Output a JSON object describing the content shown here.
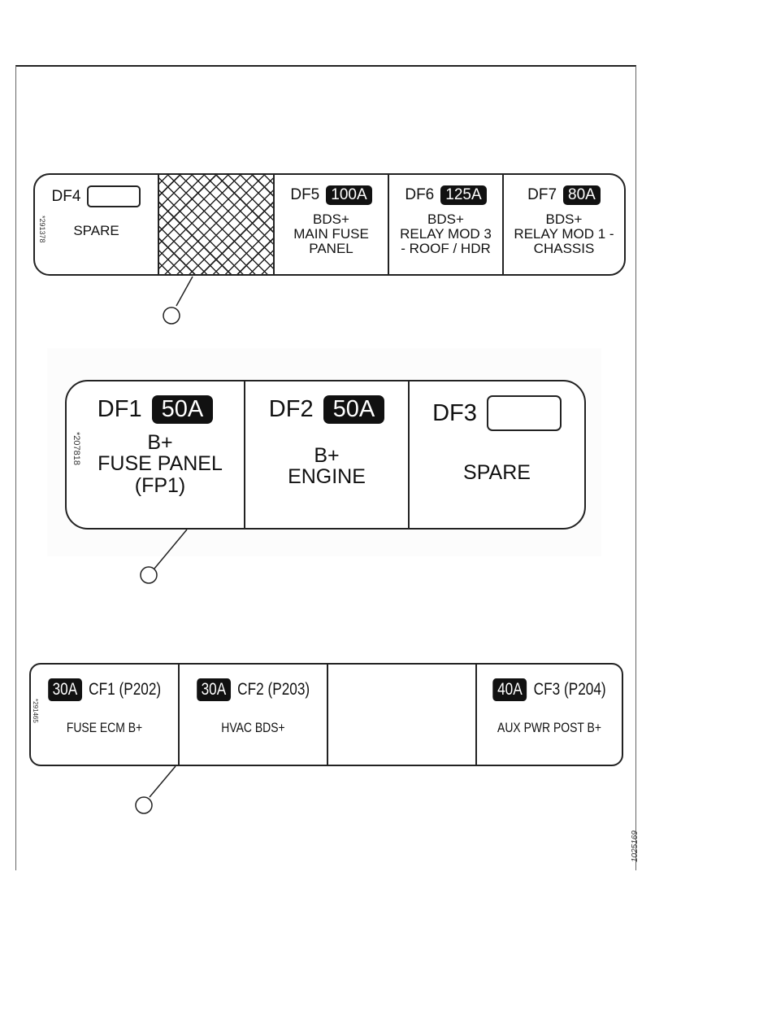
{
  "diagram": {
    "figure_id": "1025169",
    "labels": [
      {
        "part_number": "*291378",
        "cells": [
          {
            "type": "fuse",
            "id": "DF4",
            "rating": "",
            "blank": true,
            "description": "SPARE"
          },
          {
            "type": "hatched",
            "id": "",
            "rating": "",
            "description": ""
          },
          {
            "type": "fuse",
            "id": "DF5",
            "rating": "100A",
            "description": "BDS+\nMAIN FUSE\nPANEL"
          },
          {
            "type": "fuse",
            "id": "DF6",
            "rating": "125A",
            "description": "BDS+\nRELAY MOD 3\n- ROOF / HDR"
          },
          {
            "type": "fuse",
            "id": "DF7",
            "rating": "80A",
            "description": "BDS+\nRELAY MOD 1 -\nCHASSIS"
          }
        ]
      },
      {
        "part_number": "*207818",
        "cells": [
          {
            "type": "fuse",
            "id": "DF1",
            "rating": "50A",
            "description": "B+\nFUSE PANEL\n(FP1)"
          },
          {
            "type": "fuse",
            "id": "DF2",
            "rating": "50A",
            "description": "B+\nENGINE"
          },
          {
            "type": "fuse",
            "id": "DF3",
            "rating": "",
            "blank": true,
            "description": "SPARE"
          }
        ]
      },
      {
        "part_number": "*291465",
        "cells": [
          {
            "type": "fuse",
            "id": "CF1 (P202)",
            "rating": "30A",
            "description": "FUSE ECM B+"
          },
          {
            "type": "fuse",
            "id": "CF2 (P203)",
            "rating": "30A",
            "description": "HVAC BDS+"
          },
          {
            "type": "empty",
            "id": "",
            "rating": "",
            "description": ""
          },
          {
            "type": "fuse",
            "id": "CF3 (P204)",
            "rating": "40A",
            "description": "AUX PWR POST B+"
          }
        ]
      }
    ]
  }
}
